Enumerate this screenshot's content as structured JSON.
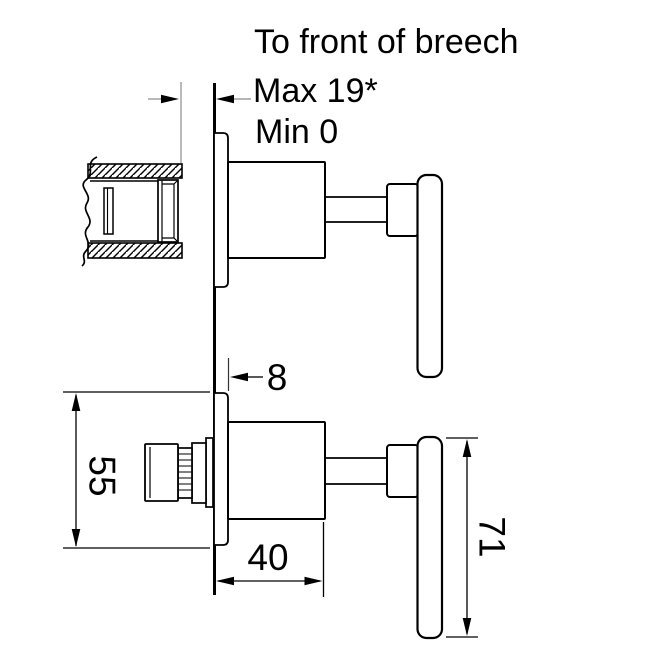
{
  "diagram": {
    "title": "To front of breech",
    "max_label": "Max 19*",
    "min_label": "Min 0",
    "dim_plate_offset": "8",
    "dim_plate_height": "55",
    "dim_body_depth": "40",
    "dim_handle_length": "71",
    "colors": {
      "line": "#000000",
      "leader": "#8a8a8a",
      "background": "#ffffff"
    }
  }
}
